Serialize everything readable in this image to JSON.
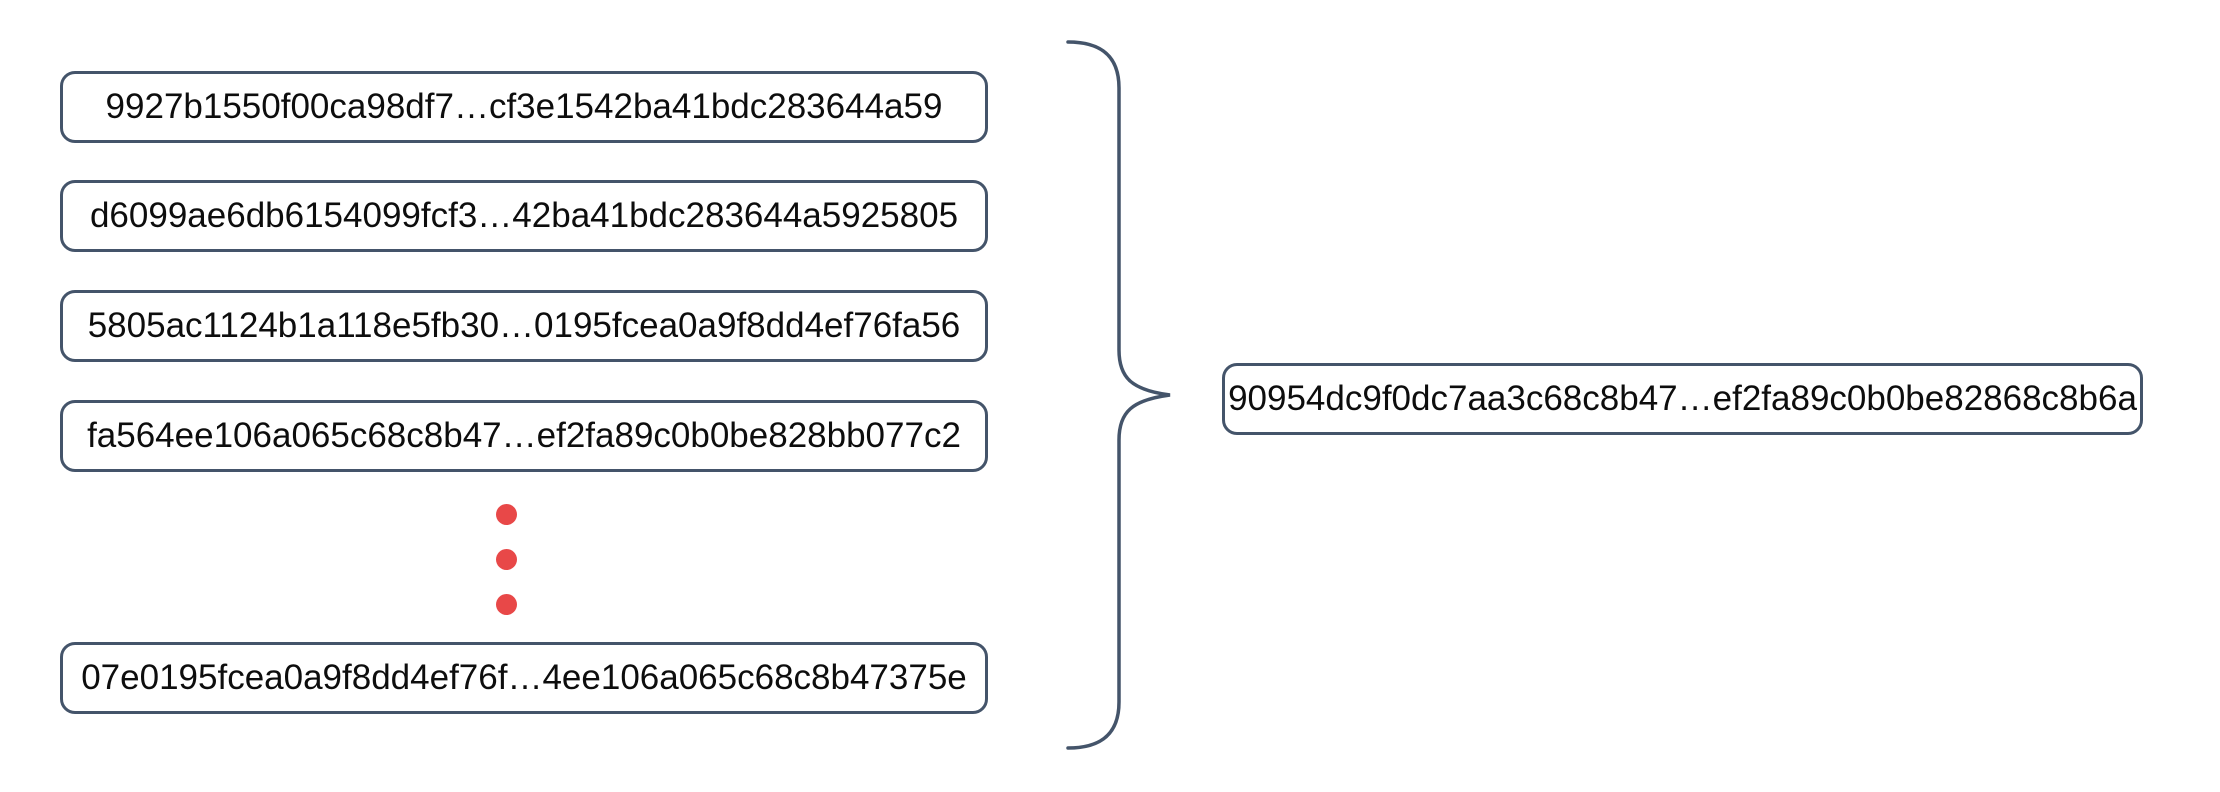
{
  "diagram": {
    "input_hashes": [
      {
        "label": "9927b1550f00ca98df7…cf3e1542ba41bdc283644a59"
      },
      {
        "label": "d6099ae6db6154099fcf3…42ba41bdc283644a5925805"
      },
      {
        "label": "5805ac1124b1a118e5fb30…0195fcea0a9f8dd4ef76fa56"
      },
      {
        "label": "fa564ee106a065c68c8b47…ef2fa89c0b0be828bb077c2"
      },
      {
        "label": "07e0195fcea0a9f8dd4ef76f…4ee106a065c68c8b47375e"
      }
    ],
    "ellipsis": {
      "dot_count": 3
    },
    "result_hash": {
      "label": "90954dc9f0dc7aa3c68c8b47…ef2fa89c0b0be82868c8b6a"
    },
    "colors": {
      "outline": "#44546a",
      "brace": "#44546a",
      "dot_red": "#e84848",
      "text": "#0d0d0d",
      "background": "#ffffff"
    }
  }
}
